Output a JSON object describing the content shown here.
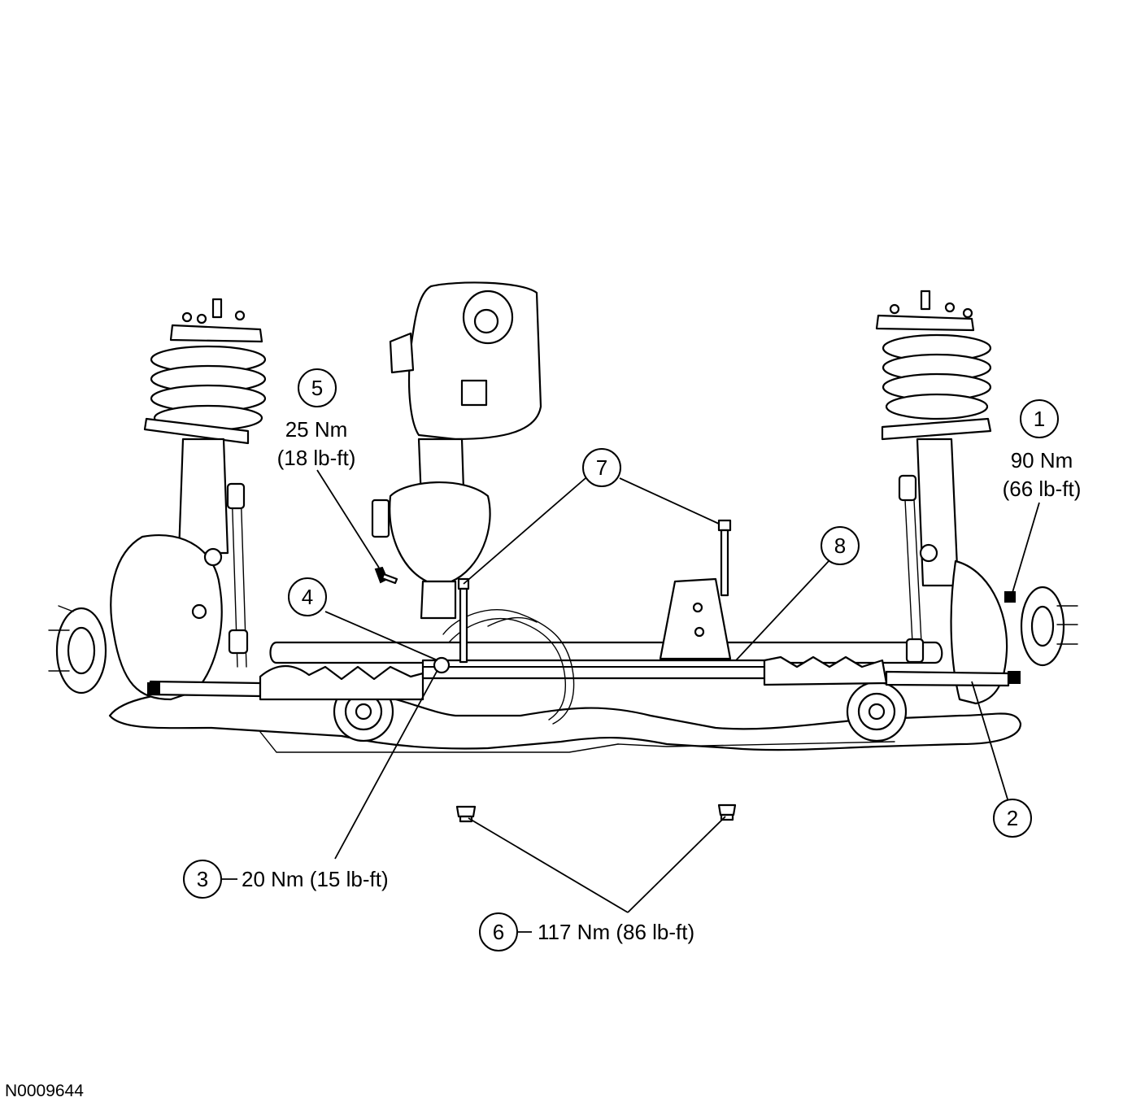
{
  "callouts": [
    {
      "id": "1",
      "torque_nm": "90 Nm",
      "torque_lbft": "(66 lb-ft)"
    },
    {
      "id": "2"
    },
    {
      "id": "3",
      "torque": "20 Nm (15 lb-ft)"
    },
    {
      "id": "4"
    },
    {
      "id": "5",
      "torque_nm": "25 Nm",
      "torque_lbft": "(18 lb-ft)"
    },
    {
      "id": "6",
      "torque": "117 Nm (86 lb-ft)"
    },
    {
      "id": "7"
    },
    {
      "id": "8"
    }
  ],
  "figure_id": "N0009644"
}
